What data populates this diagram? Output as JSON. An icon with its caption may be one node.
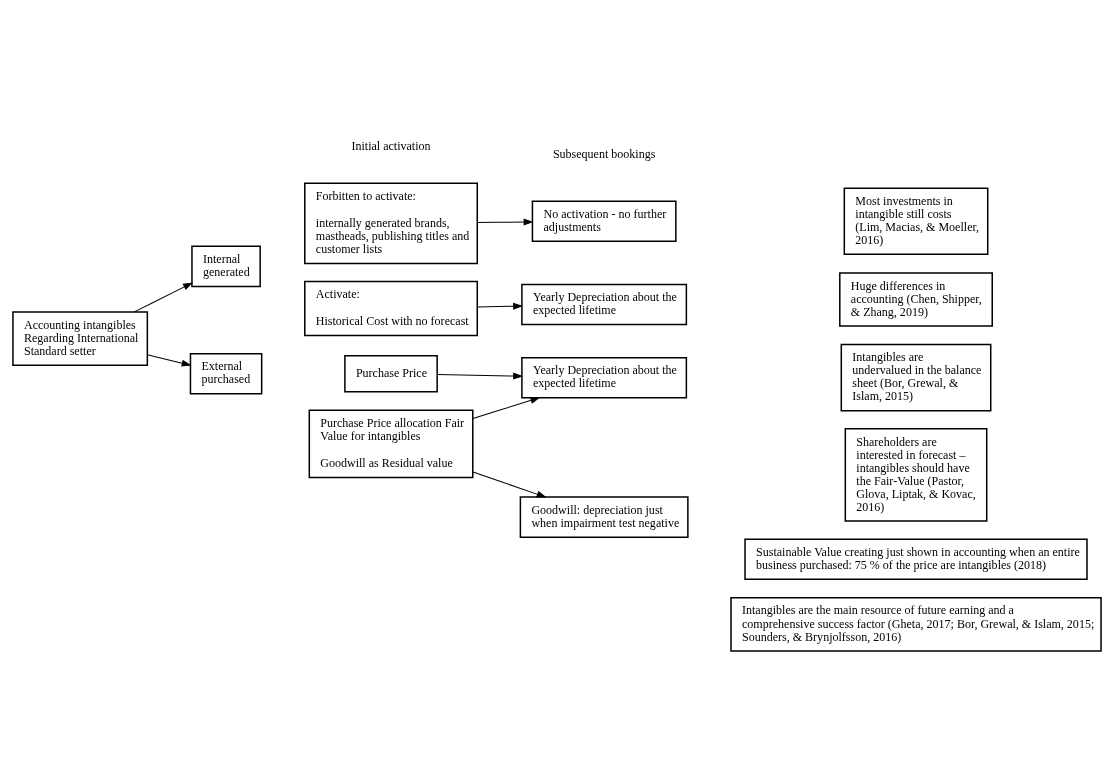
{
  "diagram": {
    "nodes": [
      {
        "text": [
          "Accounting intangibles Regarding International Standard setter"
        ]
      },
      {
        "text": [
          "Internal generated"
        ]
      },
      {
        "text": [
          "Forbitten to activate:",
          "internally generated brands, mastheads, publishing titles and customer lists"
        ]
      },
      {
        "text": [
          "Activate:",
          "Historical Cost with no forecast"
        ]
      },
      {
        "text": [
          "External purchased"
        ]
      },
      {
        "text": [
          "Purchase Price"
        ]
      },
      {
        "text": [
          "Purchase Price allocation Fair Value for intangibles",
          "Goodwill as Residual value"
        ]
      },
      {
        "text": [
          "No activation - no further adjustments"
        ]
      },
      {
        "text": [
          "Yearly Depreciation about the expected lifetime"
        ]
      },
      {
        "text": [
          "Yearly Depreciation about the expected lifetime"
        ]
      },
      {
        "text": [
          "Goodwill: depreciation just when impairment test negative"
        ]
      },
      {
        "text": [
          "Most investments in intangible still costs (Lim, Macias, & Moeller, 2016)"
        ]
      },
      {
        "text": [
          "Huge differences in accounting (Chen, Shipper, & Zhang, 2019)"
        ]
      },
      {
        "text": [
          "Intangibles are undervalued in the balance sheet (Bor, Grewal, & Islam, 2015)"
        ]
      },
      {
        "text": [
          "Shareholders are interested in forecast – intangibles should have the Fair-Value (Pastor, Glova, Liptak, & Kovac, 2016)"
        ]
      },
      {
        "text": [
          "Sustainable Value creating just shown in accounting when an entire business purchased: 75 % of the price are intangibles (2018)"
        ]
      },
      {
        "text": [
          "Intangibles are the main resource of future earning and a comprehensive success factor (Gheta, 2017; Bor, Grewal, & Islam, 2015; Sounders, & Brynjolfsson, 2016)"
        ]
      }
    ],
    "edges": [
      {
        "from": 0,
        "to": 1,
        "arrow": "to"
      },
      {
        "from": 0,
        "to": 4,
        "arrow": "to"
      },
      {
        "from": 2,
        "to": 7,
        "arrow": "to"
      },
      {
        "from": 3,
        "to": 8,
        "arrow": "to"
      },
      {
        "from": 5,
        "to": 9,
        "arrow": "to"
      },
      {
        "from": 6,
        "to": 9,
        "arrow": "to"
      },
      {
        "from": 6,
        "to": 10,
        "arrow": "to"
      }
    ],
    "labels": [
      "Initial activation",
      "Subsequent bookings"
    ]
  }
}
